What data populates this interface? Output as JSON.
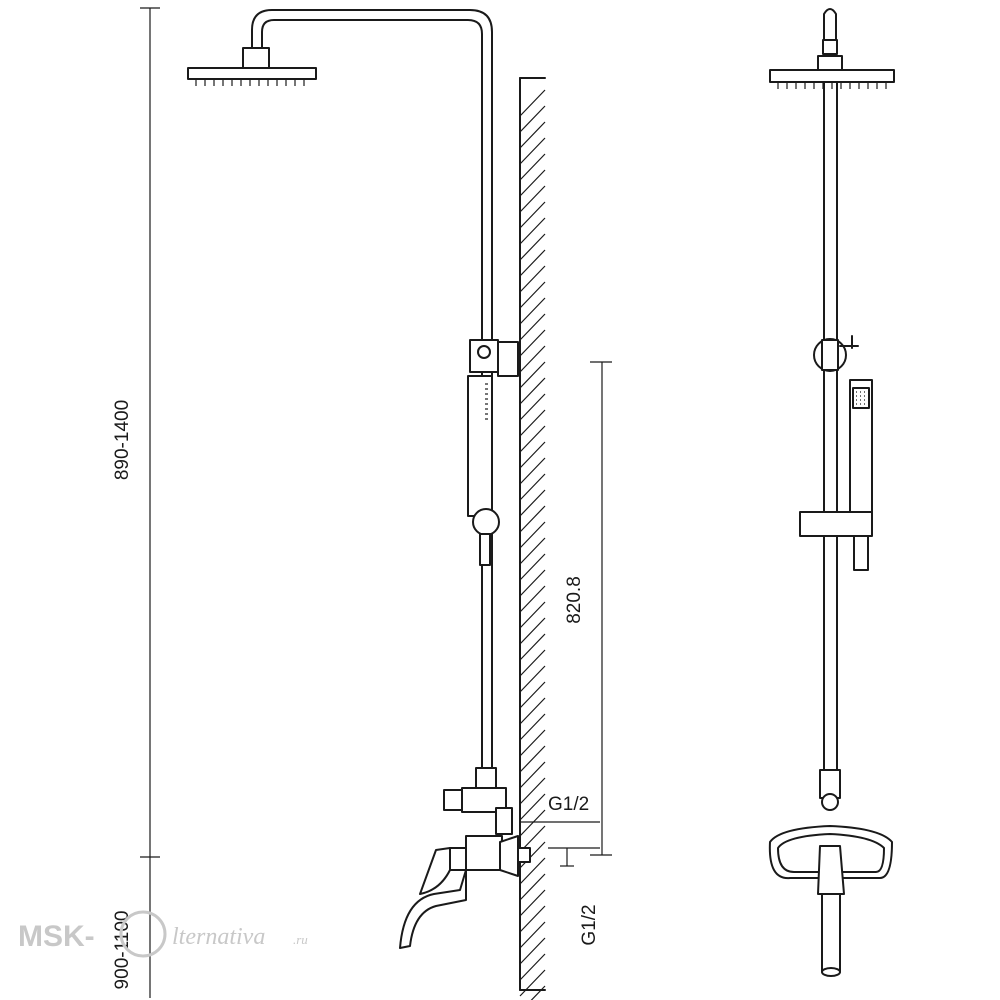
{
  "dimensions": {
    "total_height": "890-1400",
    "rail_length": "820.8",
    "mixer_height": "900-1100",
    "thread_top": "G1/2",
    "thread_bottom": "G1/2"
  },
  "watermark": {
    "text": "MSK-",
    "tail": "lternativa",
    "suffix": ".ru"
  }
}
